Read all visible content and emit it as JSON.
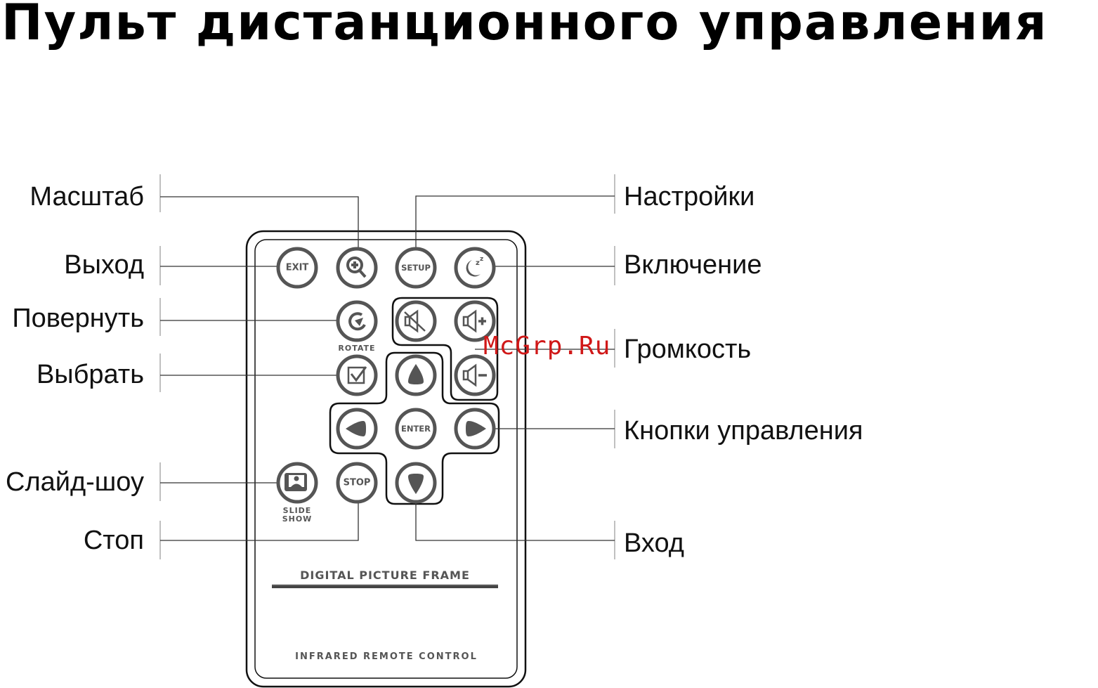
{
  "title": "Пульт дистанционного управления",
  "watermark": "McGrp.Ru",
  "labels_left": {
    "zoom": "Масштаб",
    "exit": "Выход",
    "rotate": "Повернуть",
    "select": "Выбрать",
    "slideshow": "Слайд-шоу",
    "stop": "Стоп"
  },
  "labels_right": {
    "setup": "Настройки",
    "power": "Включение",
    "volume": "Громкость",
    "navigation": "Кнопки управления",
    "enter": "Вход"
  },
  "buttons": {
    "exit": "EXIT",
    "setup": "SETUP",
    "enter": "ENTER",
    "stop": "STOP"
  },
  "captions": {
    "rotate": "ROTATE",
    "slide": "SLIDE",
    "show": "SHOW",
    "frame": "DIGITAL PICTURE FRAME",
    "infrared": "INFRARED  REMOTE  CONTROL"
  },
  "icons": {
    "zoom": "zoom-in-icon",
    "power": "sleep-moon-icon",
    "rotate": "rotate-icon",
    "mute": "mute-icon",
    "volume_up": "volume-up-icon",
    "volume_down": "volume-down-icon",
    "select": "checkbox-icon",
    "up": "arrow-up-icon",
    "down": "arrow-down-icon",
    "left": "arrow-left-icon",
    "right": "arrow-right-icon",
    "slideshow": "slideshow-icon"
  }
}
